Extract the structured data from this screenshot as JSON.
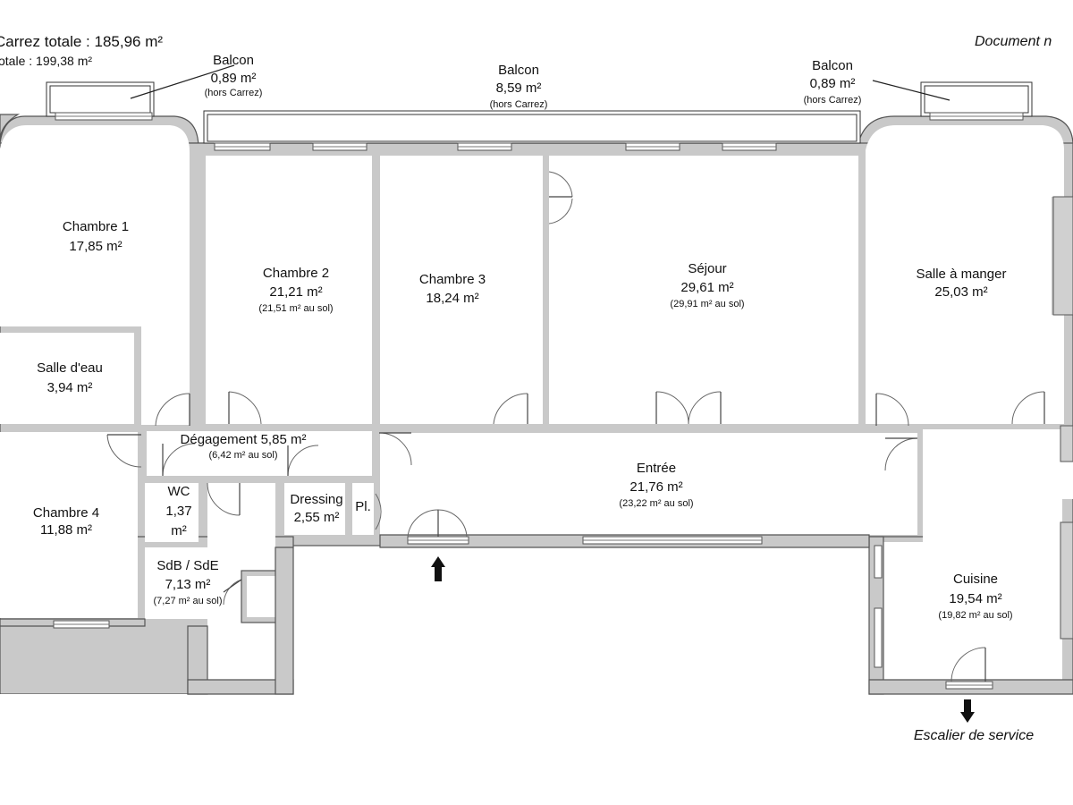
{
  "header": {
    "carrez_line": "Carrez totale :  185,96 m²",
    "totale_line": "otale :  199,38 m²",
    "document_note": "Document n"
  },
  "rooms": {
    "chambre1": {
      "name": "Chambre 1",
      "area": "17,85 m²"
    },
    "chambre2": {
      "name": "Chambre 2",
      "area": "21,21 m²",
      "floor": "(21,51 m² au sol)"
    },
    "chambre3": {
      "name": "Chambre 3",
      "area": "18,24 m²"
    },
    "sejour": {
      "name": "Séjour",
      "area": "29,61 m²",
      "floor": "(29,91 m² au sol)"
    },
    "salle_manger": {
      "name": "Salle à manger",
      "area": "25,03 m²"
    },
    "salle_eau": {
      "name": "Salle d'eau",
      "area": "3,94 m²"
    },
    "degagement": {
      "name": "Dégagement 5,85 m²",
      "floor": "(6,42 m² au sol)"
    },
    "chambre4": {
      "name": "Chambre 4",
      "area": "11,88 m²"
    },
    "wc": {
      "name": "WC",
      "area_a": "1,37",
      "area_b": "m²"
    },
    "dressing": {
      "name": "Dressing",
      "area": "2,55 m²"
    },
    "placard": {
      "name": "Pl."
    },
    "entree": {
      "name": "Entrée",
      "area": "21,76 m²",
      "floor": "(23,22 m² au sol)"
    },
    "sdb": {
      "name": "SdB / SdE",
      "area": "7,13 m²",
      "floor": "(7,27 m² au sol)"
    },
    "cuisine": {
      "name": "Cuisine",
      "area": "19,54 m²",
      "floor": "(19,82 m² au sol)"
    }
  },
  "balconies": {
    "left": {
      "name": "Balcon",
      "area": "0,89 m²",
      "note": "(hors Carrez)"
    },
    "center": {
      "name": "Balcon",
      "area": "8,59 m²",
      "note": "(hors Carrez)"
    },
    "right": {
      "name": "Balcon",
      "area": "0,89 m²",
      "note": "(hors Carrez)"
    }
  },
  "annotations": {
    "service_stairs": "Escalier de service"
  }
}
